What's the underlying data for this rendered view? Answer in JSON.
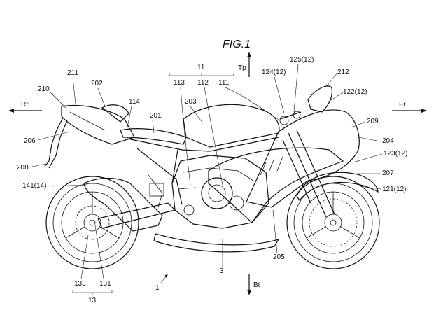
{
  "figure": {
    "title": "FIG.1",
    "directions": {
      "rear": "Rr",
      "front": "Fr",
      "top": "Tp",
      "bottom": "Bt"
    },
    "labels": {
      "l211": "211",
      "l202": "202",
      "l210": "210",
      "l114": "114",
      "l201": "201",
      "l203": "203",
      "l11": "11",
      "l113": "113",
      "l112": "112",
      "l111": "111",
      "l124": "124(12)",
      "l125": "125(12)",
      "l212": "212",
      "l122": "122(12)",
      "l209": "209",
      "l206": "206",
      "l204": "204",
      "l123": "123(12)",
      "l208": "208",
      "l207": "207",
      "l141": "141(14)",
      "l121": "121(12)",
      "l205": "205",
      "l3": "3",
      "l1": "1",
      "l133": "133",
      "l131": "131",
      "l13": "13"
    }
  }
}
